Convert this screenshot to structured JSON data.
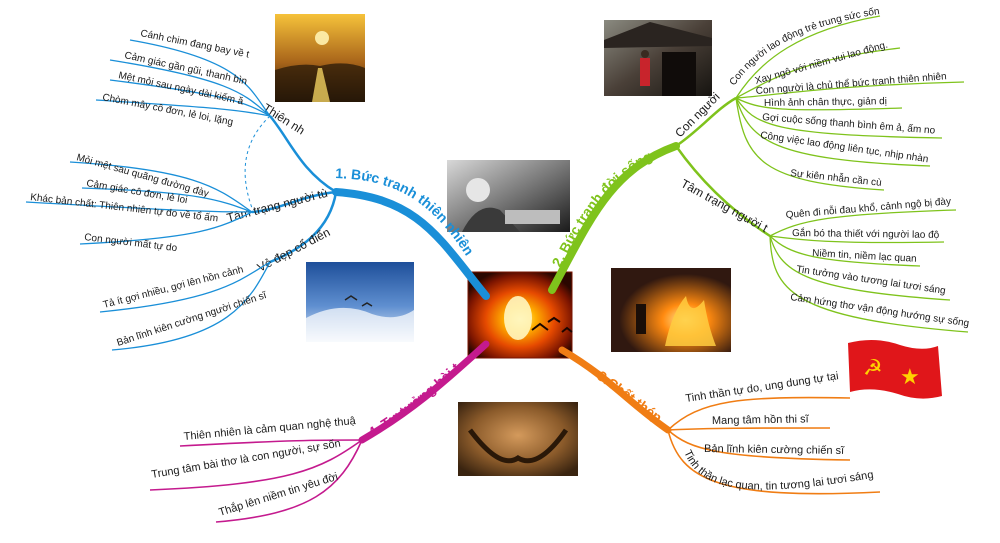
{
  "center": {
    "image": "sunset-birds-photo",
    "colors": [
      "#fff1a0",
      "#ffb000",
      "#e64a00",
      "#7a1400",
      "#2a0700"
    ]
  },
  "branches": [
    {
      "key": "b1",
      "label": "1. Bức tranh thiên nhiên",
      "color": "#1a8fd8",
      "subs": [
        {
          "label": "Thiên nhiên",
          "leaves": [
            "Cánh chim đang bay về tổ",
            "Cảm giác gần gũi, thanh bình",
            "Mệt mỏi sau ngày dài kiếm ăn",
            "Chòm mây cô đơn, lẻ loi, lặng lẽ"
          ]
        },
        {
          "label": "Tâm trạng người tù",
          "leaves": [
            "Mỏi mệt sau quãng đường đày ải",
            "Cảm giác cô đơn, lẻ loi",
            "Khác bản chất: Thiên nhiên tự do về tổ ấm",
            "Con người mất tự do"
          ]
        },
        {
          "label": "Vẻ đẹp cổ điển",
          "leaves": [
            "Tả ít gợi nhiều, gợi lên hồn cảnh",
            "Bản lĩnh kiên cường người chiến sĩ"
          ]
        }
      ]
    },
    {
      "key": "b2",
      "label": "2. Bức tranh đời sống",
      "color": "#7fc31c",
      "subs": [
        {
          "label": "Con người",
          "leaves": [
            "Con người lao động trẻ trung sức sống",
            "Xay ngô với niềm vui lao động.",
            "Con người là chủ thể bức tranh thiên nhiên",
            "Hình ảnh chân thực, giản dị",
            "Gợi cuộc sống thanh bình êm ả, ấm no",
            "Công việc lao động liên tục, nhịp nhàng",
            "Sự kiên nhẫn cần cù"
          ]
        },
        {
          "label": "Tâm trạng người tù",
          "leaves": [
            "Quên đi nỗi đau khổ, cảnh ngộ bị đày ải",
            "Gắn bó tha thiết với người lao động",
            "Niềm tin, niềm lạc quan",
            "Tin tưởng vào tương lai tươi sáng",
            "Cảm hứng thơ vận động hướng sự sống"
          ]
        }
      ]
    },
    {
      "key": "b3",
      "label": "3.Chất thép",
      "color": "#f07d14",
      "leaves": [
        "Tinh thần tự do, ung dung tự tại",
        "Mang tâm hồn thi sĩ",
        "Bản lĩnh kiên cường chiến sĩ",
        "Tinh thần lạc quan, tin tương lai tươi sáng"
      ]
    },
    {
      "key": "b4",
      "label": "4. Tư tưởng bài thơ",
      "color": "#c41a8e",
      "leaves": [
        "Thiên nhiên là cảm quan nghệ thuật",
        "Trung tâm bài thơ là con người, sự sống",
        "Thắp lên niềm tin yêu đời"
      ]
    }
  ],
  "pictures": [
    {
      "name": "sunset-road-photo",
      "colors": [
        "#f6c23a",
        "#a8641a",
        "#1e1206"
      ]
    },
    {
      "name": "village-house-photo",
      "colors": [
        "#8a8a80",
        "#4a4038",
        "#161410"
      ]
    },
    {
      "name": "writer-portrait-photo",
      "colors": [
        "#d8d8d8",
        "#7a7a7a",
        "#1a1a1a"
      ]
    },
    {
      "name": "sky-birds-photo",
      "colors": [
        "#e6eef8",
        "#5f8fd0",
        "#1e4f9a"
      ]
    },
    {
      "name": "fire-night-photo",
      "colors": [
        "#fff0a0",
        "#ff8a10",
        "#301810"
      ]
    },
    {
      "name": "joined-hands-photo",
      "colors": [
        "#d49a5c",
        "#8a5a2a",
        "#3a2410"
      ]
    },
    {
      "name": "vietnam-party-flag",
      "colors": [
        "#e0161a",
        "#ffd100"
      ]
    }
  ]
}
